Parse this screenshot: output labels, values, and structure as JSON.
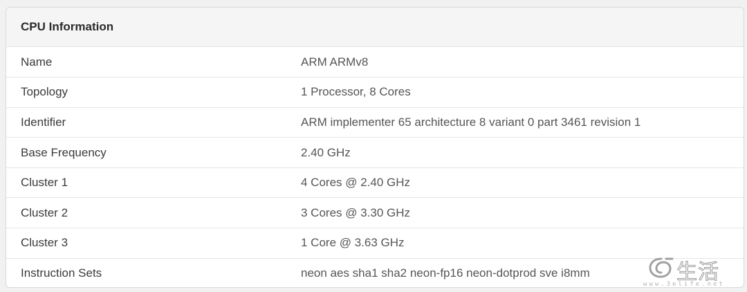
{
  "panel": {
    "title": "CPU Information",
    "rows": [
      {
        "key": "Name",
        "value": "ARM ARMv8"
      },
      {
        "key": "Topology",
        "value": "1 Processor, 8 Cores"
      },
      {
        "key": "Identifier",
        "value": "ARM implementer 65 architecture 8 variant 0 part 3461 revision 1"
      },
      {
        "key": "Base Frequency",
        "value": "2.40 GHz"
      },
      {
        "key": "Cluster 1",
        "value": "4 Cores @ 2.40 GHz"
      },
      {
        "key": "Cluster 2",
        "value": "3 Cores @ 3.30 GHz"
      },
      {
        "key": "Cluster 3",
        "value": "1 Core @ 3.63 GHz"
      },
      {
        "key": "Instruction Sets",
        "value": "neon aes sha1 sha2 neon-fp16 neon-dotprod sve i8mm"
      }
    ]
  },
  "watermark": {
    "logo_icon": "swirl-logo-icon",
    "text": "生活",
    "url": "www.3elife.net"
  }
}
